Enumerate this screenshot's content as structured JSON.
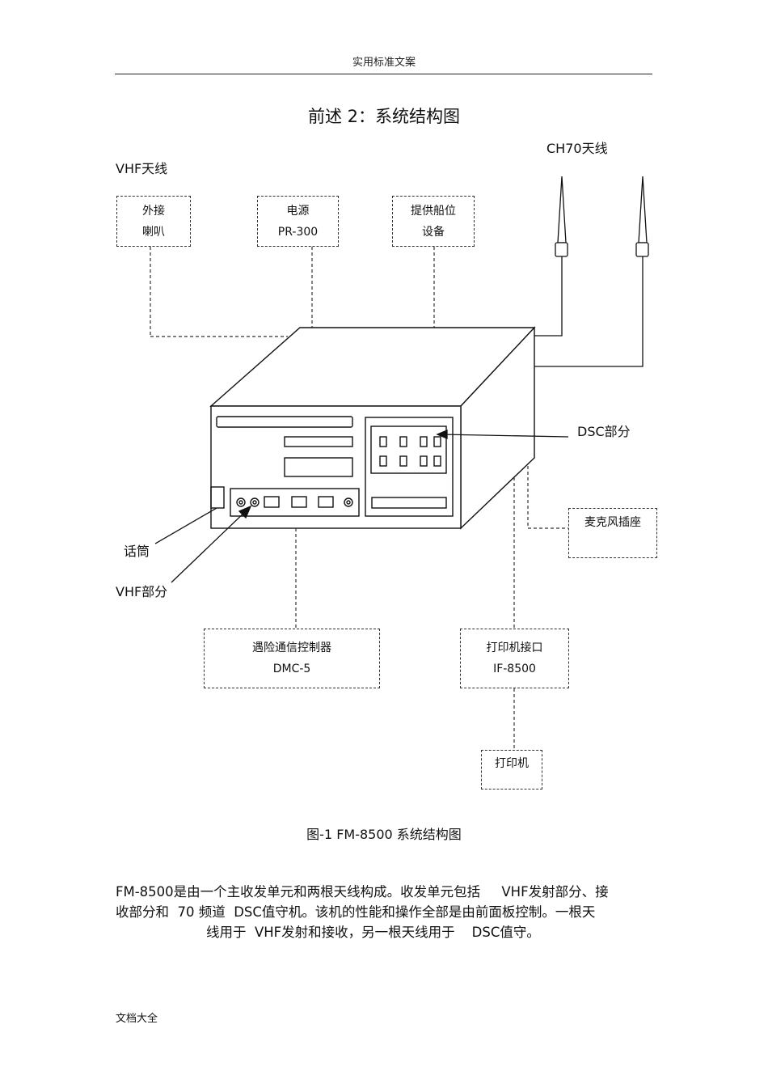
{
  "header": {
    "text": "实用标准文案"
  },
  "title": "前述 2：系统结构图",
  "labels": {
    "ch70_antenna": "CH70天线",
    "vhf_antenna": "VHF天线",
    "dsc_section": "DSC部分",
    "handset": "话筒",
    "vhf_section": "VHF部分"
  },
  "boxes": {
    "external_speaker": {
      "line1": "外接",
      "line2": "喇叭"
    },
    "power_supply": {
      "line1": "电源",
      "line2": "PR-300"
    },
    "position_device": {
      "line1": "提供船位",
      "line2": "设备"
    },
    "mic_socket": {
      "line1": "麦克风插座"
    },
    "distress_controller": {
      "line1": "遇险通信控制器",
      "line2": "DMC-5"
    },
    "printer_interface": {
      "line1": "打印机接口",
      "line2": "IF-8500"
    },
    "printer": {
      "line1": "打印机"
    }
  },
  "caption": "图-1  FM-8500   系统结构图",
  "paragraph": {
    "line1": "FM-8500是由一个主收发单元和两根天线构成。收发单元包括     VHF发射部分、接",
    "line2": "收部分和  70 频道  DSC值守机。该机的性能和操作全部是由前面板控制。一根天",
    "line3": "线用于  VHF发射和接收，另一根天线用于    DSC值守。"
  },
  "footer": {
    "text": "文档大全"
  }
}
